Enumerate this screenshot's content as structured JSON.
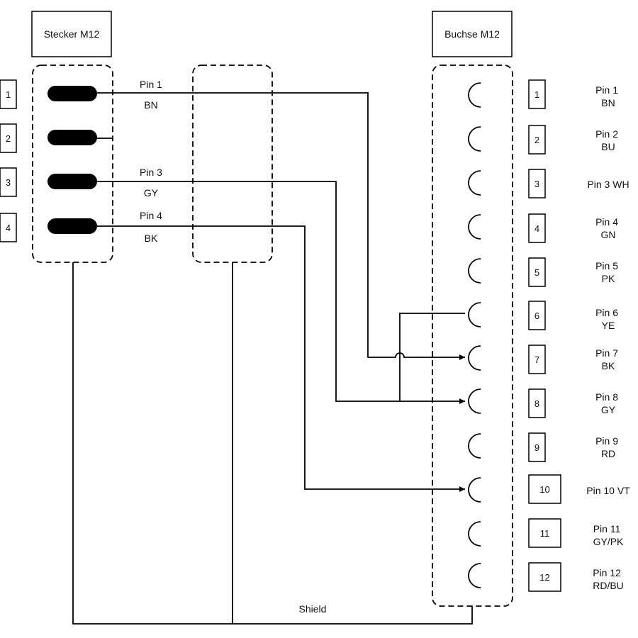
{
  "plug": {
    "title": "Stecker M12",
    "pin_numbers": [
      "1",
      "2",
      "3",
      "4"
    ]
  },
  "socket": {
    "title": "Buchse M12",
    "pin_numbers": [
      "1",
      "2",
      "3",
      "4",
      "5",
      "6",
      "7",
      "8",
      "9",
      "10",
      "11",
      "12"
    ],
    "pin_labels": [
      [
        "Pin 1",
        "BN"
      ],
      [
        "Pin 2",
        "BU"
      ],
      [
        "Pin 3 WH"
      ],
      [
        "Pin 4",
        "GN"
      ],
      [
        "Pin 5",
        "PK"
      ],
      [
        "Pin 6",
        "YE"
      ],
      [
        "Pin 7",
        "BK"
      ],
      [
        "Pin 8",
        "GY"
      ],
      [
        "Pin 9",
        "RD"
      ],
      [
        "Pin 10 VT"
      ],
      [
        "Pin 11",
        "GY/PK"
      ],
      [
        "Pin 12",
        "RD/BU"
      ]
    ]
  },
  "wires": [
    {
      "label": "Pin 1",
      "color": "BN"
    },
    {
      "label": "",
      "color": ""
    },
    {
      "label": "Pin 3",
      "color": "GY"
    },
    {
      "label": "Pin 4",
      "color": "BK"
    }
  ],
  "shield_label": "Shield",
  "colors": {
    "line": "#000000",
    "background": "#ffffff"
  }
}
